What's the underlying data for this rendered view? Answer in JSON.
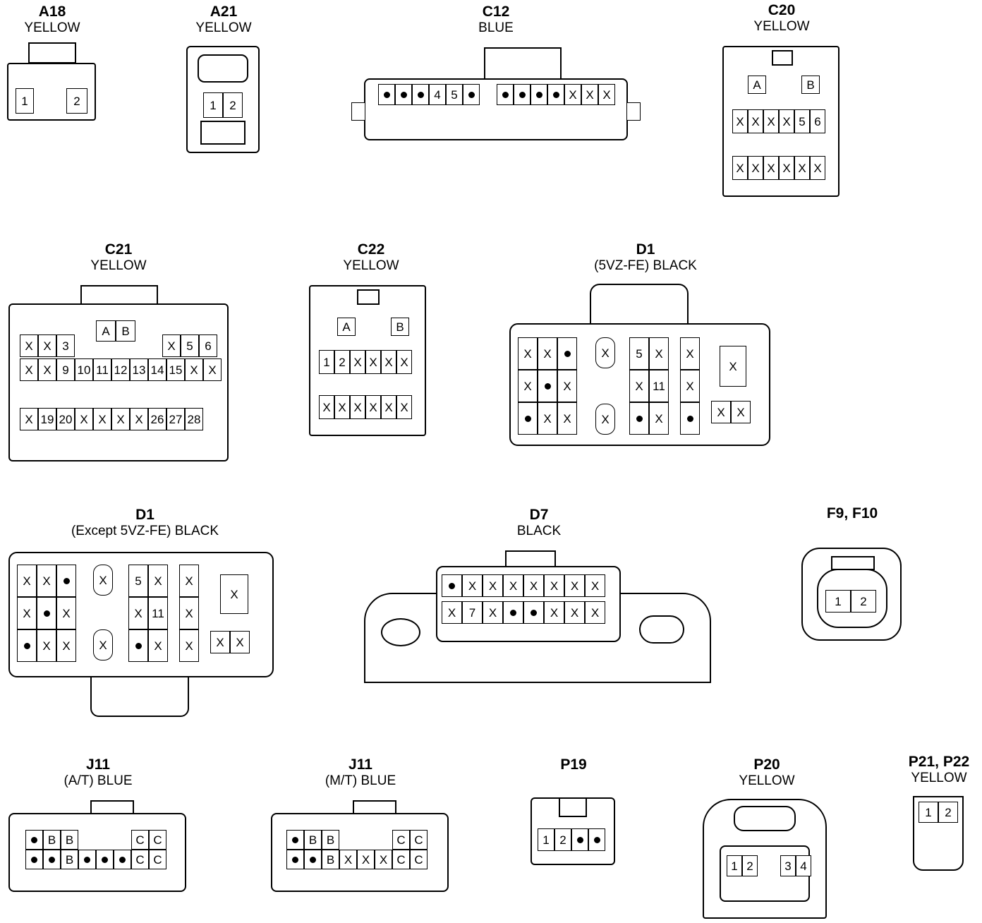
{
  "connectors": {
    "a18": {
      "code": "A18",
      "color": "YELLOW",
      "pins": [
        [
          "1",
          "",
          "2"
        ]
      ]
    },
    "a21": {
      "code": "A21",
      "color": "YELLOW",
      "pins": [
        [
          "1",
          "2"
        ]
      ]
    },
    "c12": {
      "code": "C12",
      "color": "BLUE",
      "pins": [
        [
          "•",
          "•",
          "•",
          "4",
          "5",
          "•",
          "",
          "•",
          "•",
          "•",
          "•",
          "X",
          "X",
          "X"
        ]
      ]
    },
    "c20": {
      "code": "C20",
      "color": "YELLOW",
      "keys": [
        "A",
        "B"
      ],
      "pins": [
        [
          "X",
          "X",
          "X",
          "X",
          "5",
          "6"
        ],
        [
          "X",
          "X",
          "X",
          "X",
          "X",
          "X"
        ]
      ]
    },
    "c21": {
      "code": "C21",
      "color": "YELLOW",
      "keys": [
        "A",
        "B"
      ],
      "pins": [
        [
          "X",
          "X",
          "3",
          "",
          "",
          "",
          "",
          "",
          "",
          "X",
          "5",
          "6"
        ],
        [
          "X",
          "X",
          "9",
          "10",
          "11",
          "12",
          "13",
          "14",
          "15",
          "X",
          "X"
        ],
        [
          "X",
          "19",
          "20",
          "X",
          "X",
          "X",
          "X",
          "26",
          "27",
          "28"
        ]
      ]
    },
    "c22": {
      "code": "C22",
      "color": "YELLOW",
      "keys": [
        "A",
        "B"
      ],
      "pins": [
        [
          "1",
          "2",
          "X",
          "X",
          "X",
          "X"
        ],
        [
          "X",
          "X",
          "X",
          "X",
          "X",
          "X"
        ]
      ]
    },
    "d1a": {
      "code": "D1",
      "color": "(5VZ-FE)  BLACK",
      "pins": [
        [
          "X",
          "X",
          "•",
          "X",
          "5",
          "X",
          "X",
          "X"
        ],
        [
          "X",
          "•",
          "X",
          "X",
          "11",
          "X"
        ],
        [
          "•",
          "X",
          "X",
          "X",
          "•",
          "X",
          "•",
          "X",
          "X"
        ]
      ]
    },
    "d1b": {
      "code": "D1",
      "color": "(Except 5VZ-FE)  BLACK",
      "pins": [
        [
          "X",
          "X",
          "•",
          "X",
          "5",
          "X",
          "X",
          "X"
        ],
        [
          "X",
          "•",
          "X",
          "X",
          "11",
          "X"
        ],
        [
          "•",
          "X",
          "X",
          "X",
          "•",
          "X",
          "X",
          "X",
          "X"
        ]
      ]
    },
    "d7": {
      "code": "D7",
      "color": "BLACK",
      "pins": [
        [
          "•",
          "X",
          "X",
          "X",
          "X",
          "X",
          "X",
          "X"
        ],
        [
          "X",
          "7",
          "X",
          "•",
          "•",
          "X",
          "X",
          "X"
        ]
      ]
    },
    "f9": {
      "code": "F9, F10",
      "color": "",
      "pins": [
        [
          "1",
          "2"
        ]
      ]
    },
    "j11a": {
      "code": "J11",
      "color": "(A/T)  BLUE",
      "pins": [
        [
          "•",
          "B",
          "B",
          "",
          "",
          "",
          "C",
          "C"
        ],
        [
          "•",
          "•",
          "B",
          "•",
          "•",
          "•",
          "C",
          "C"
        ]
      ]
    },
    "j11m": {
      "code": "J11",
      "color": "(M/T)  BLUE",
      "pins": [
        [
          "•",
          "B",
          "B",
          "",
          "",
          "",
          "C",
          "C"
        ],
        [
          "•",
          "•",
          "B",
          "X",
          "X",
          "X",
          "C",
          "C"
        ]
      ]
    },
    "p19": {
      "code": "P19",
      "color": "",
      "pins": [
        [
          "1",
          "2",
          "•",
          "•"
        ]
      ]
    },
    "p20": {
      "code": "P20",
      "color": "YELLOW",
      "pins": [
        [
          "1",
          "2",
          "",
          "3",
          "4"
        ]
      ]
    },
    "p21": {
      "code": "P21, P22",
      "color": "YELLOW",
      "pins": [
        [
          "1",
          "2"
        ]
      ]
    }
  }
}
